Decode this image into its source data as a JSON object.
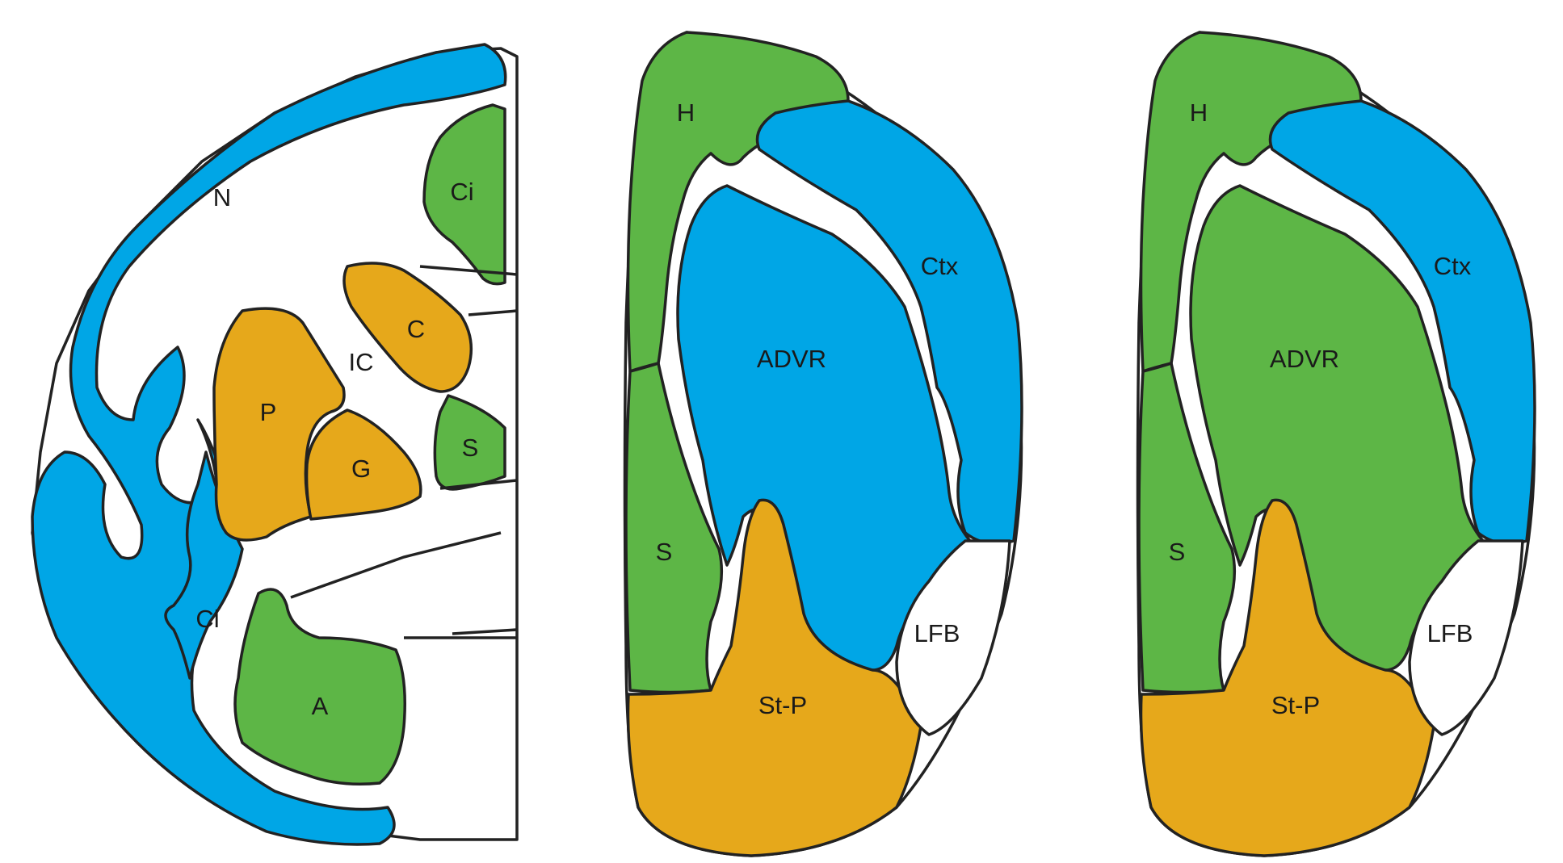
{
  "colors": {
    "blue": "#00a6e6",
    "green": "#5db646",
    "orange": "#e6a81b",
    "white": "#ffffff",
    "outline": "#222222"
  },
  "panels": [
    {
      "labels": {
        "N": "N",
        "Ci": "Ci",
        "C": "C",
        "IC": "IC",
        "P": "P",
        "G": "G",
        "S": "S",
        "Cl": "Cl",
        "A": "A"
      }
    },
    {
      "labels": {
        "H": "H",
        "Ctx": "Ctx",
        "ADVR": "ADVR",
        "S": "S",
        "StP": "St-P",
        "LFB": "LFB"
      },
      "region_colors": {
        "ADVR": "blue"
      }
    },
    {
      "labels": {
        "H": "H",
        "Ctx": "Ctx",
        "ADVR": "ADVR",
        "S": "S",
        "StP": "St-P",
        "LFB": "LFB"
      },
      "region_colors": {
        "ADVR": "green"
      }
    }
  ]
}
